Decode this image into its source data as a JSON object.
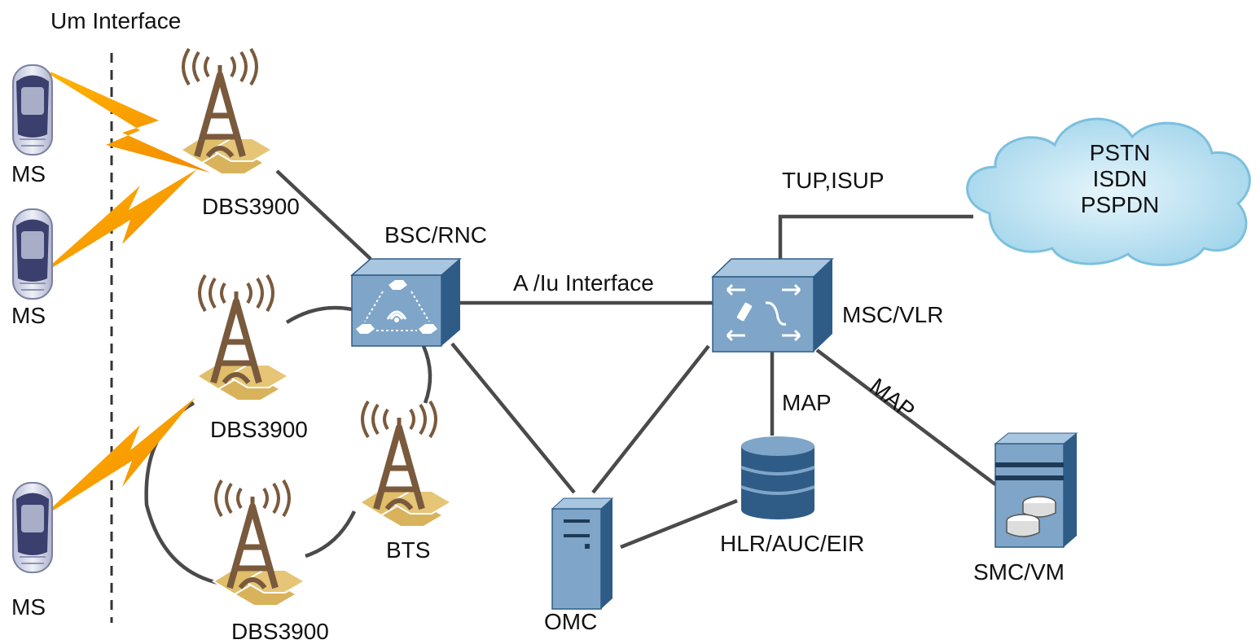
{
  "labels": {
    "um_interface": "Um Interface",
    "ms_1": "MS",
    "ms_2": "MS",
    "ms_3": "MS",
    "dbs_1": "DBS3900",
    "dbs_2": "DBS3900",
    "dbs_3": "DBS3900",
    "bts": "BTS",
    "bsc": "BSC/RNC",
    "a_iu": "A /Iu Interface",
    "msc": "MSC/VLR",
    "tup": "TUP,ISUP",
    "map_vertical": "MAP",
    "map_diagonal": "MAP",
    "hlr": "HLR/AUC/EIR",
    "omc": "OMC",
    "smc": "SMC/VM"
  },
  "cloud": {
    "lines": [
      "PSTN",
      "ISDN",
      "PSPDN"
    ]
  },
  "colors": {
    "link": "#4a4a4a",
    "lightning": "#f7a21b",
    "tower": "#7a5a3c",
    "hex": "#e0be6a",
    "equipment": "#7fa5c8",
    "equipment_dark": "#2f5c86",
    "cloud": "#bfe3f2"
  }
}
